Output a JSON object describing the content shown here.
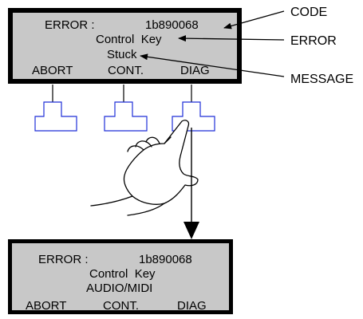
{
  "top_display": {
    "error_label": "ERROR :",
    "code": "1b890068",
    "error_line": "Control  Key",
    "message_line": "Stuck",
    "softkeys": [
      "ABORT",
      "CONT.",
      "DIAG"
    ]
  },
  "callouts": {
    "code": "CODE",
    "error": "ERROR",
    "message": "MESSAGE"
  },
  "bottom_display": {
    "error_label": "ERROR :",
    "code": "1b890068",
    "error_line": "Control  Key",
    "message_line": "AUDIO/MIDI",
    "softkeys": [
      "ABORT",
      "CONT.",
      "DIAG"
    ]
  },
  "colors": {
    "lcd_fill": "#c8c8c8",
    "button_outline": "#1f2fd8",
    "ink": "#000000"
  },
  "icons": [
    "hand-pointer-icon",
    "arrow-down-icon"
  ]
}
